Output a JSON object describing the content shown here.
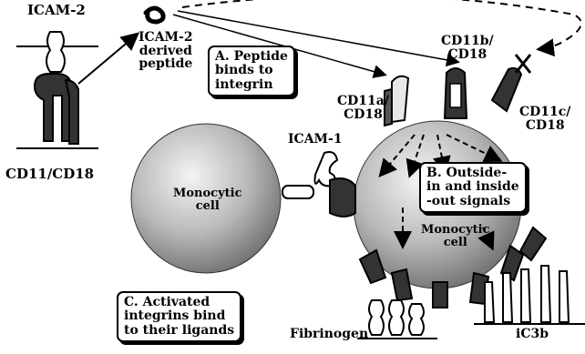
{
  "labels": {
    "icam2_top": "ICAM-2",
    "icam2_peptide": [
      "ICAM-2",
      "derived",
      "peptide"
    ],
    "cd11_cd18": "CD11/CD18",
    "cd11b": [
      "CD11b/",
      "CD18"
    ],
    "cd11a": [
      "CD11a/",
      "CD18"
    ],
    "cd11c": [
      "CD11c/",
      "CD18"
    ],
    "icam1": "ICAM-1",
    "monocytic_left": [
      "Monocytic",
      "cell"
    ],
    "monocytic_right": [
      "Monocytic",
      "cell"
    ],
    "fibrinogen": "Fibrinogen",
    "ic3b": "iC3b"
  },
  "boxes": {
    "a": [
      "A. Peptide",
      "binds to",
      "integrin"
    ],
    "b": [
      "B. Outside-",
      "in and inside",
      "-out signals"
    ],
    "c": [
      "C. Activated",
      "integrins bind",
      "to their ligands"
    ]
  }
}
